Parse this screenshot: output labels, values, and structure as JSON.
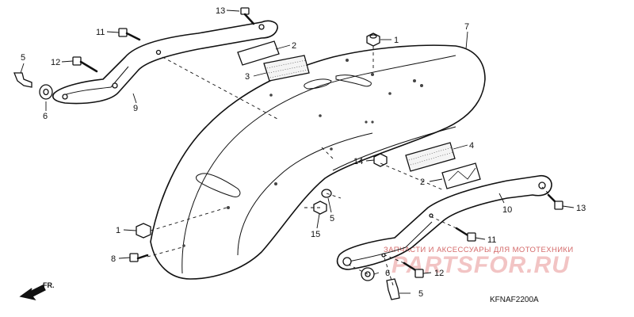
{
  "diagram": {
    "callouts": {
      "top_13": "13",
      "top_11": "11",
      "top_5": "5",
      "top_12": "12",
      "top_6": "6",
      "top_9": "9",
      "top_2": "2",
      "top_3": "3",
      "top_1": "1",
      "top_7": "7",
      "right_4": "4",
      "mid_14": "14",
      "mid_2": "2",
      "mid_5": "5",
      "mid_15": "15",
      "left_1": "1",
      "left_8": "8",
      "right_10": "10",
      "right_13": "13",
      "right_11": "11",
      "bottom_6": "6",
      "bottom_12": "12",
      "bottom_5": "5"
    },
    "diagram_code": "KFNAF2200A",
    "front_arrow_label": "FR.",
    "watermark_text": "ЗАПЧАСТИ И АКСЕССУАРЫ ДЛЯ МОТОТЕХНИКИ",
    "watermark_logo": "PARTSFOR.RU"
  }
}
